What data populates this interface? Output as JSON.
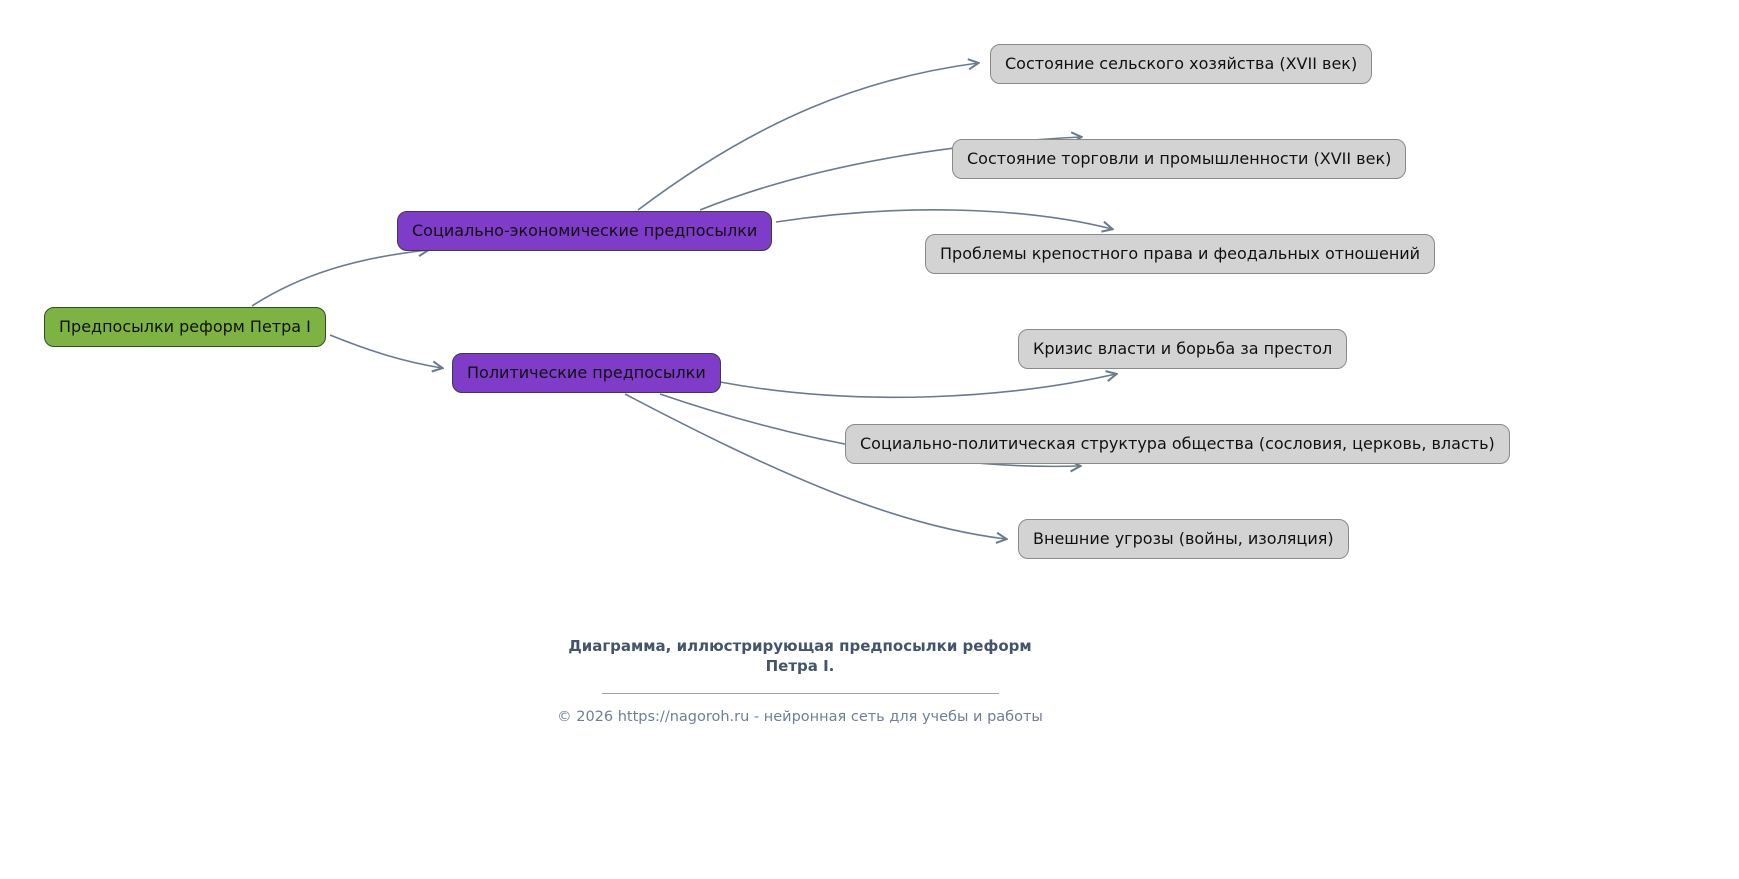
{
  "diagram": {
    "root": {
      "label": "Предпосылки реформ Петра I",
      "fill": "#7cb342"
    },
    "branches": [
      {
        "label": "Социально-экономические предпосылки",
        "fill": "#7e3cc9",
        "children": [
          "Состояние сельского хозяйства (XVII век)",
          "Состояние торговли и промышленности (XVII век)",
          "Проблемы крепостного права и феодальных отношений"
        ]
      },
      {
        "label": "Политические предпосылки",
        "fill": "#7e3cc9",
        "children": [
          "Кризис власти и борьба за престол",
          "Социально-политическая структура общества (сословия, церковь, власть)",
          "Внешние угрозы (войны, изоляция)"
        ]
      }
    ],
    "leaf_fill": "#d3d3d3",
    "edge_color": "#6b7b8d"
  },
  "caption": {
    "line1": "Диаграмма, иллюстрирующая предпосылки реформ",
    "line2": "Петра I."
  },
  "footer": {
    "text": "© 2026 https://nagoroh.ru - нейронная сеть для учебы и работы"
  }
}
